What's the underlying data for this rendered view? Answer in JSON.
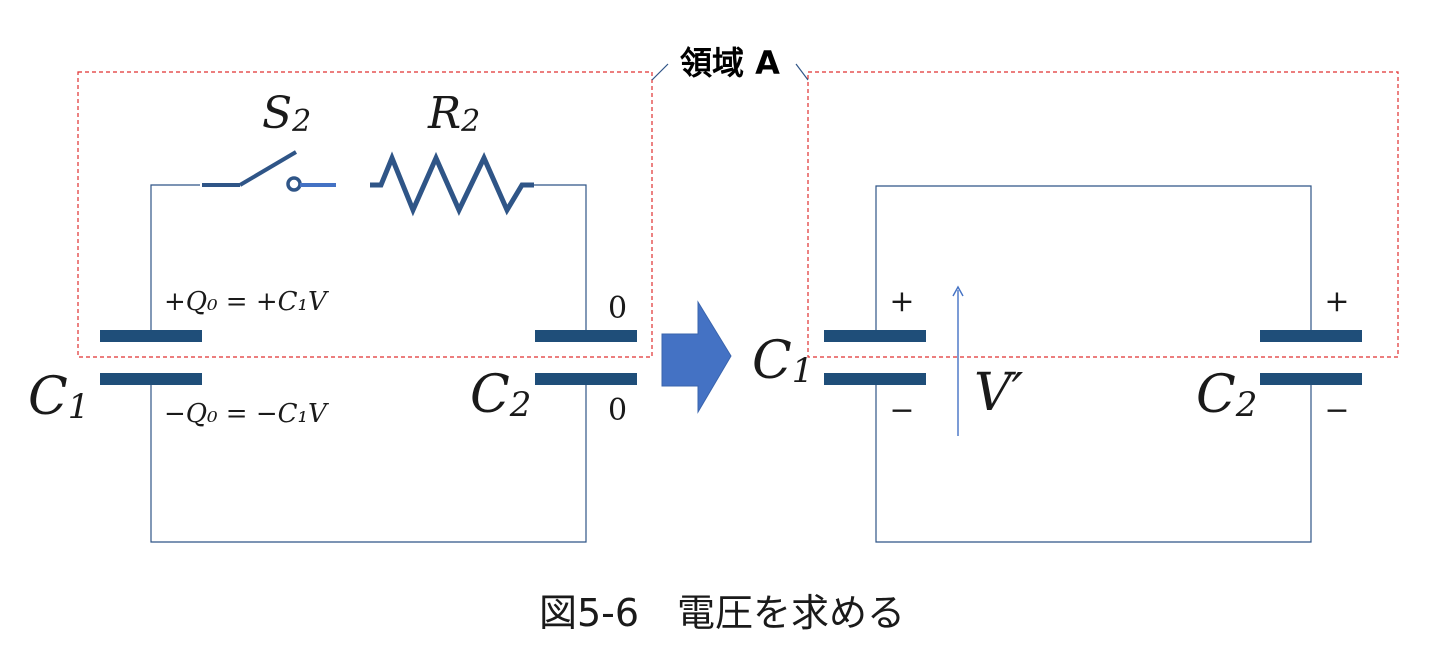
{
  "region_label": "領域 A",
  "caption": "図5-6　電圧を求める",
  "left_circuit": {
    "switch_label": "S",
    "switch_sub": "2",
    "resistor_label": "R",
    "resistor_sub": "2",
    "c1_label": "C",
    "c1_sub": "1",
    "c2_label": "C",
    "c2_sub": "2",
    "charge_top": "+Q₀ = +C₁V",
    "charge_bottom": "−Q₀ = −C₁V",
    "c2_top_charge": "0",
    "c2_bottom_charge": "0"
  },
  "right_circuit": {
    "c1_label": "C",
    "c1_sub": "1",
    "c2_label": "C",
    "c2_sub": "2",
    "c1_top_sign": "+",
    "c1_bottom_sign": "−",
    "c2_top_sign": "+",
    "c2_bottom_sign": "−",
    "voltage_label": "V′"
  },
  "colors": {
    "wire": "#2f5587",
    "plate": "#1f4e79",
    "region_border": "#e03030",
    "arrow_fill": "#4472c4"
  }
}
